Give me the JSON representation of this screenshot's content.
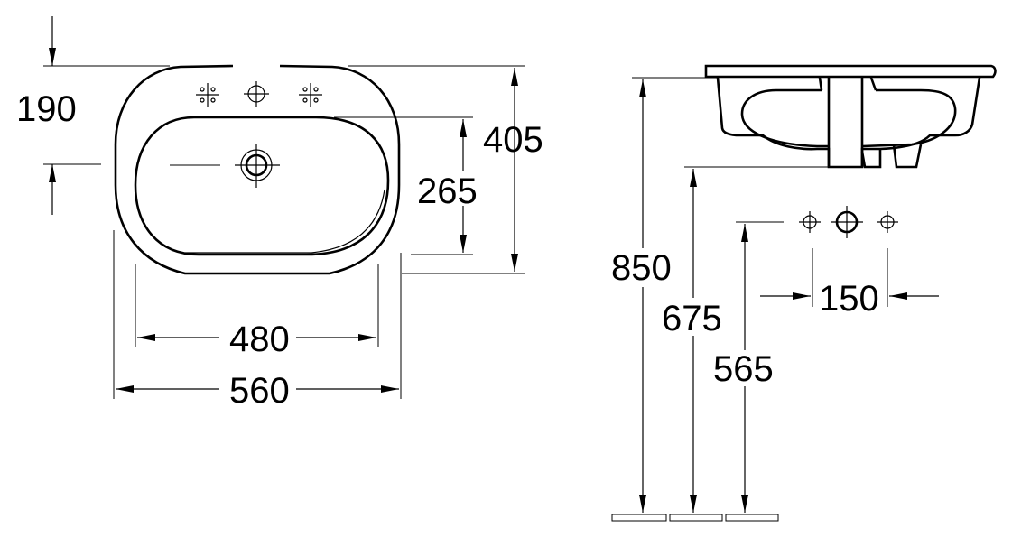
{
  "drawing": {
    "colors": {
      "line": "#000000",
      "background": "#ffffff"
    },
    "dimensions": {
      "tap_hole_offset": "190",
      "basin_depth_total": "405",
      "bowl_depth": "265",
      "bowl_width": "480",
      "basin_width": "560",
      "rim_height": "850",
      "underside_height": "675",
      "tap_height": "565",
      "tap_hole_spacing": "150"
    }
  }
}
